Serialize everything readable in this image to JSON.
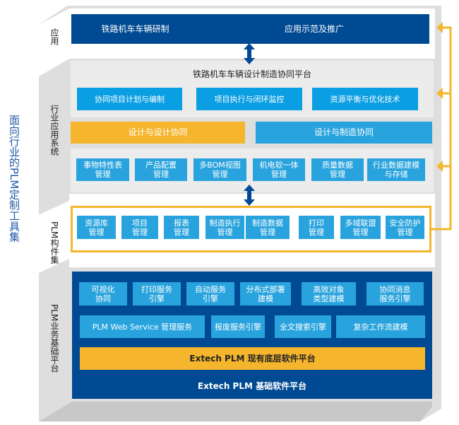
{
  "side_title": "面向行业的PLM定制工具集",
  "layers": {
    "application": {
      "label": "应用",
      "items": [
        "铁路机车车辆研制",
        "应用示范及推广"
      ]
    },
    "industry": {
      "label": "行业应用系统",
      "platform_title": "铁路机车车辆设计制造协同平台",
      "top_items": [
        "协同项目计划与编制",
        "项目执行与闭环监控",
        "资源平衡与优化技术"
      ],
      "collab": [
        "设计与设计协同",
        "设计与制造协同"
      ],
      "bottom_items": [
        "事物特性表\n管理",
        "产品配置\n管理",
        "多BOM视图\n管理",
        "机电软一体\n管理",
        "质量数据\n管理",
        "行业数据建模\n与存储"
      ]
    },
    "components": {
      "label": "PLM构件集",
      "items": [
        "资源库\n管理",
        "项目\n管理",
        "报表\n管理",
        "制造执行\n管理",
        "制造数据\n管理",
        "打印\n管理",
        "多域联盟\n管理",
        "安全防护\n管理"
      ]
    },
    "foundation": {
      "label": "PLM业务基础平台",
      "row1": [
        "可视化\n协同",
        "打印服务\n引擎",
        "自动服务\n引擎",
        "分布式部署\n建模",
        "高效对象\n类型建模",
        "协同消息\n服务引擎"
      ],
      "row2": [
        "PLM Web Service 管理服务",
        "报废服务引擎",
        "全文搜索引擎",
        "复杂工作流建模"
      ],
      "existing_platform": "Extech PLM  现有底层软件平台",
      "base_platform": "Extech PLM  基础软件平台"
    }
  },
  "colors": {
    "dark_blue": "#004a93",
    "blue": "#0a9ee3",
    "light_blue": "#29a3dd",
    "orange": "#f5b52d",
    "panel_gray": "#ececec",
    "frame_gray": "#dcdcdc"
  }
}
